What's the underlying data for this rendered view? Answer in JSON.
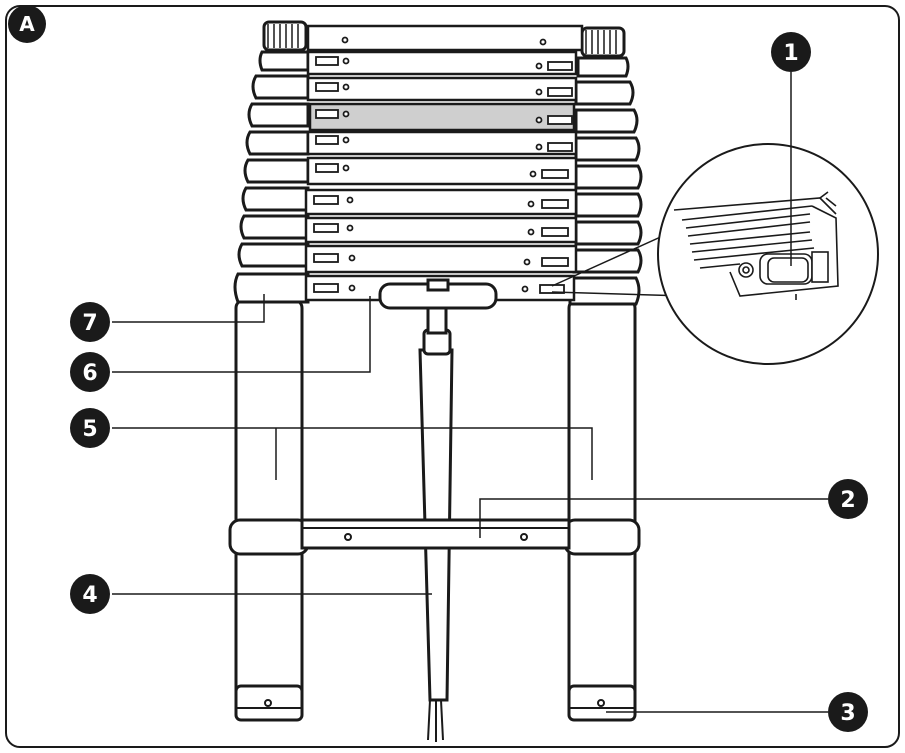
{
  "figure": {
    "panel_label": "A",
    "callouts": [
      {
        "id": "1",
        "label": "1"
      },
      {
        "id": "2",
        "label": "2"
      },
      {
        "id": "3",
        "label": "3"
      },
      {
        "id": "4",
        "label": "4"
      },
      {
        "id": "5",
        "label": "5"
      },
      {
        "id": "6",
        "label": "6"
      },
      {
        "id": "7",
        "label": "7"
      }
    ]
  },
  "colors": {
    "ink": "#1a1a1a",
    "highlight_rung": "#cfcfcf",
    "background": "#ffffff"
  }
}
